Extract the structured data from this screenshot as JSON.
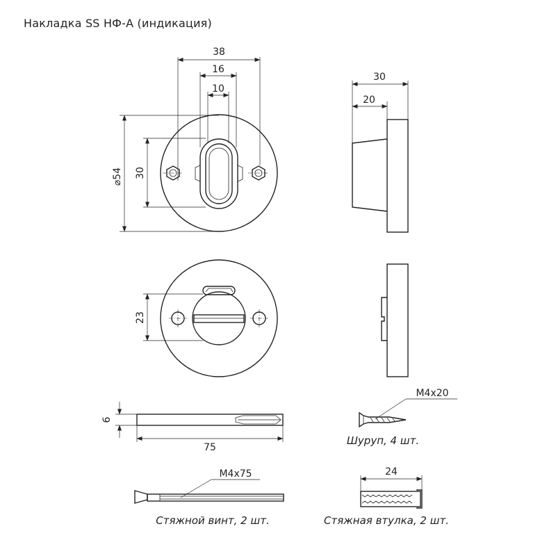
{
  "title": "Накладка SS НФ-А (индикация)",
  "dimensions": {
    "holes_spacing": "38",
    "slot_outer": "16",
    "slot_inner": "10",
    "diameter": "⌀54",
    "slot_height": "30",
    "side_total": "30",
    "side_body": "20",
    "turn_height": "23",
    "rod_thickness": "6",
    "rod_length": "75",
    "sleeve_length": "24"
  },
  "labels": {
    "screw_size": "M4x20",
    "screw_caption": "Шуруп, 4 шт.",
    "bolt_size": "M4x75",
    "bolt_caption": "Стяжной винт, 2 шт.",
    "sleeve_caption": "Стяжная втулка, 2 шт."
  }
}
